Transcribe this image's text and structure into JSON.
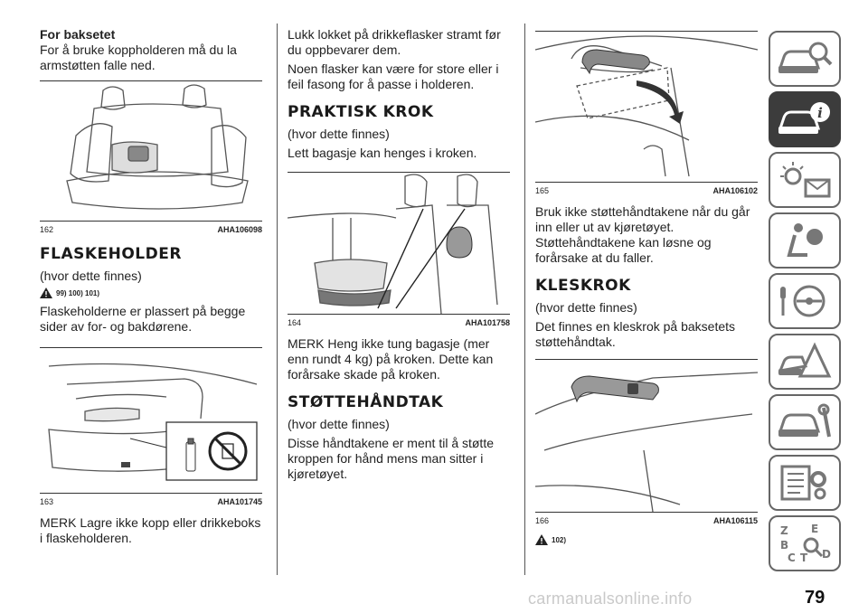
{
  "col1": {
    "subheading": "For baksetet",
    "intro": "For å bruke koppholderen må du la armstøtten falle ned.",
    "fig162": {
      "num": "162",
      "code": "AHA106098"
    },
    "section1": {
      "heading": "FLASKEHOLDER",
      "availability": "(hvor dette finnes)",
      "warn_refs": "99) 100) 101)",
      "body": "Flaskeholderne er plassert på begge sider av for- og bakdørene."
    },
    "fig163": {
      "num": "163",
      "code": "AHA101745"
    },
    "note": "MERK Lagre ikke kopp eller drikkeboks i flaskeholderen."
  },
  "col2": {
    "p1": "Lukk lokket på drikkeflasker stramt før du oppbevarer dem.",
    "p2": "Noen flasker kan være for store eller i feil fasong for å passe i holderen.",
    "section2": {
      "heading": "PRAKTISK KROK",
      "availability": "(hvor dette finnes)",
      "body": "Lett bagasje kan henges i kroken."
    },
    "fig164": {
      "num": "164",
      "code": "AHA101758"
    },
    "note": "MERK Heng ikke tung bagasje (mer enn rundt 4 kg) på kroken. Dette kan forårsake skade på kroken.",
    "section3": {
      "heading": "STØTTEHÅNDTAK",
      "availability": "(hvor dette finnes)",
      "body": "Disse håndtakene er ment til å støtte kroppen for hånd mens man sitter i kjøretøyet."
    }
  },
  "col3": {
    "fig165": {
      "num": "165",
      "code": "AHA106102"
    },
    "p1": "Bruk ikke støttehåndtakene når du går inn eller ut av kjøretøyet. Støttehåndtakene kan løsne og forårsake at du faller.",
    "section4": {
      "heading": "KLESKROK",
      "availability": "(hvor dette finnes)",
      "body": "Det finnes en kleskrok på baksetets støttehåndtak."
    },
    "fig166": {
      "num": "166",
      "code": "AHA106115"
    },
    "warn_refs": "102)"
  },
  "page_number": "79",
  "watermark": "carmanualsonline.info",
  "sidebar": {
    "tabs": [
      {
        "icon": "car-search-icon",
        "active": false
      },
      {
        "icon": "car-info-icon",
        "active": true
      },
      {
        "icon": "warning-light-message-icon",
        "active": false
      },
      {
        "icon": "airbag-seat-icon",
        "active": false
      },
      {
        "icon": "key-steering-wheel-icon",
        "active": false
      },
      {
        "icon": "roadside-warning-triangle-icon",
        "active": false
      },
      {
        "icon": "car-maintenance-icon",
        "active": false
      },
      {
        "icon": "technical-data-icon",
        "active": false
      },
      {
        "icon": "alphabetical-index-icon",
        "active": false
      }
    ]
  }
}
